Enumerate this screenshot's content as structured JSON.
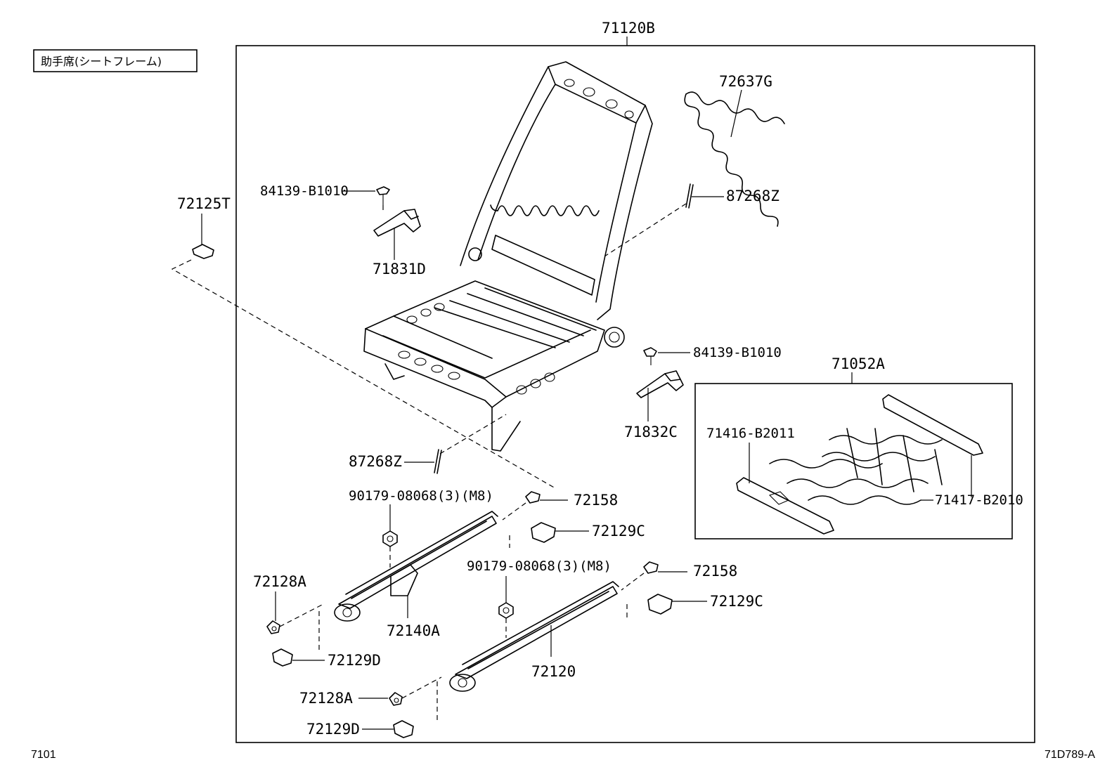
{
  "section_title": "助手席(シートフレーム)",
  "footer": {
    "page_code": "7101",
    "drawing_id": "71D789-A"
  },
  "assembly": {
    "frame": "71120B",
    "cushion_assembly": "71052A"
  },
  "callouts": {
    "spring_back": "72637G",
    "clip_upper": "84139-B1010",
    "clip_right": "84139-B1010",
    "bracket_left": "71831D",
    "bracket_right": "71832C",
    "pin_upper": "87268Z",
    "pin_lower": "87268Z",
    "cover_knob": "72125T",
    "spring_left": "71416-B2011",
    "spring_right": "71417-B2010",
    "bolt_left": "90179-08068(3)(M8)",
    "bolt_right": "90179-08068(3)(M8)",
    "stopper_upper": "72158",
    "stopper_lower": "72158",
    "cover_upper": "72129C",
    "cover_lower": "72129C",
    "spring_clip_left": "72128A",
    "spring_clip_lower": "72128A",
    "cover_d_left": "72129D",
    "cover_d_lower": "72129D",
    "adjuster_left": "72140A",
    "adjuster_right": "72120"
  }
}
